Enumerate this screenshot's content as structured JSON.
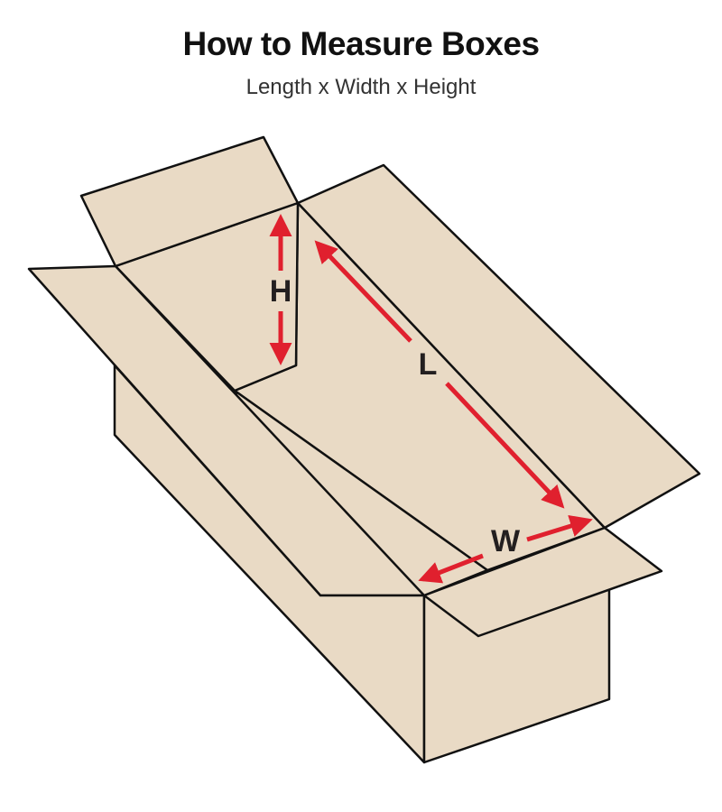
{
  "title": "How to Measure Boxes",
  "subtitle": "Length x Width x Height",
  "dimensions": {
    "length": "L",
    "width": "W",
    "height": "H"
  },
  "colors": {
    "cardboard": "#e9dac5",
    "outline": "#111111",
    "arrow": "#e0202e",
    "label": "#231f20"
  }
}
